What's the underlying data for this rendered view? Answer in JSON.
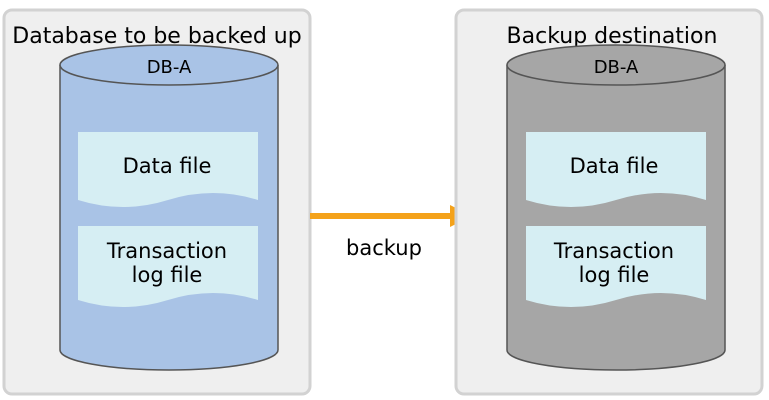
{
  "source_panel": {
    "title": "Database to be backed up",
    "db_name": "DB-A",
    "file1": "Data file",
    "file2_line1": "Transaction",
    "file2_line2": "log file"
  },
  "dest_panel": {
    "title": "Backup destination",
    "db_name": "DB-A",
    "file1": "Data file",
    "file2_line1": "Transaction",
    "file2_line2": "log file"
  },
  "arrow": {
    "label": "backup"
  },
  "colors": {
    "panel_fill": "#efefef",
    "panel_stroke": "#d2d2d2",
    "source_cylinder": "#a9c3e6",
    "dest_cylinder": "#a6a6a6",
    "cylinder_stroke": "#555555",
    "file_fill": "#d6eef3",
    "arrow": "#f4a21a"
  }
}
